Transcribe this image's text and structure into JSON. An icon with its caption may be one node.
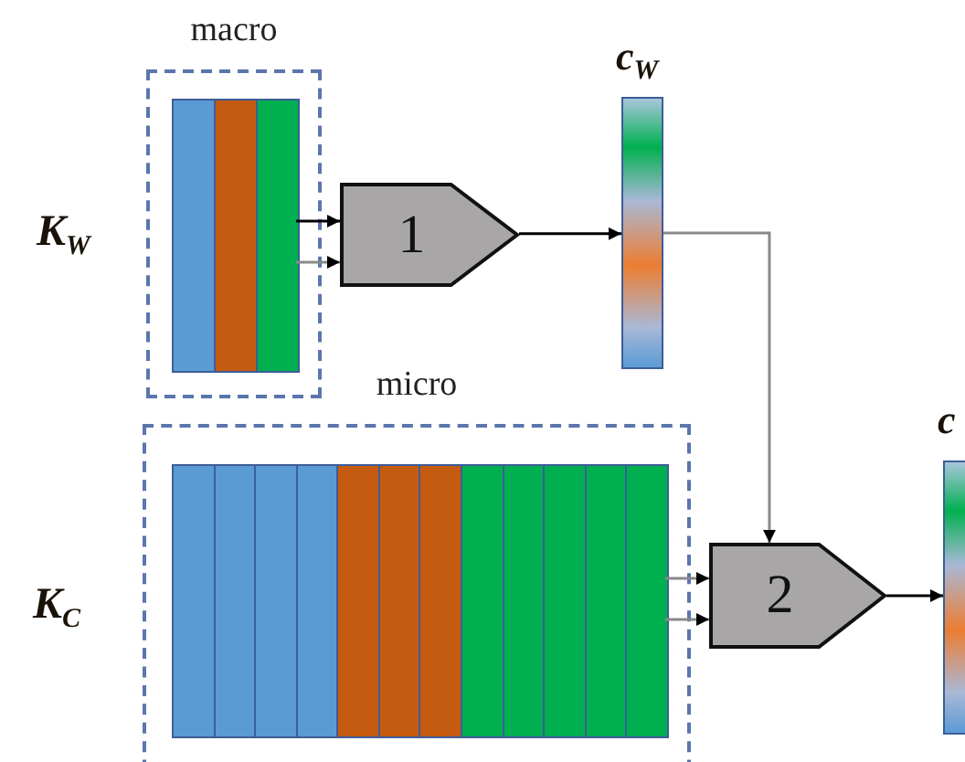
{
  "diagram": {
    "nodes": [
      {
        "text": [
          "macro"
        ],
        "beside": [
          "K$_{W}$"
        ]
      },
      {
        "text": [],
        "shape": "bar",
        "in": 0
      },
      {
        "text": [
          "1"
        ]
      },
      {
        "text": [
          "c$_{W}$"
        ]
      },
      {
        "text": [
          "micro"
        ],
        "beside": [
          "K$_{C}$"
        ]
      },
      {
        "text": [],
        "shape": "bar",
        "in": 4
      },
      {
        "text": [
          "2"
        ]
      },
      {
        "text": [
          "c"
        ]
      }
    ],
    "edges": [
      {
        "from": 1,
        "to": 2,
        "arrow": "to",
        "color": "#000000"
      },
      {
        "from": 1,
        "to": 2,
        "arrow": "to"
      },
      {
        "from": 2,
        "to": 3,
        "arrow": "to",
        "color": "#000000"
      },
      {
        "from": 3,
        "to": 6,
        "arrow": "to"
      },
      {
        "from": 5,
        "to": 6,
        "arrow": "to"
      },
      {
        "from": 5,
        "to": 6,
        "arrow": "to"
      },
      {
        "from": 6,
        "to": 7,
        "arrow": "to",
        "color": "#000000"
      }
    ]
  }
}
